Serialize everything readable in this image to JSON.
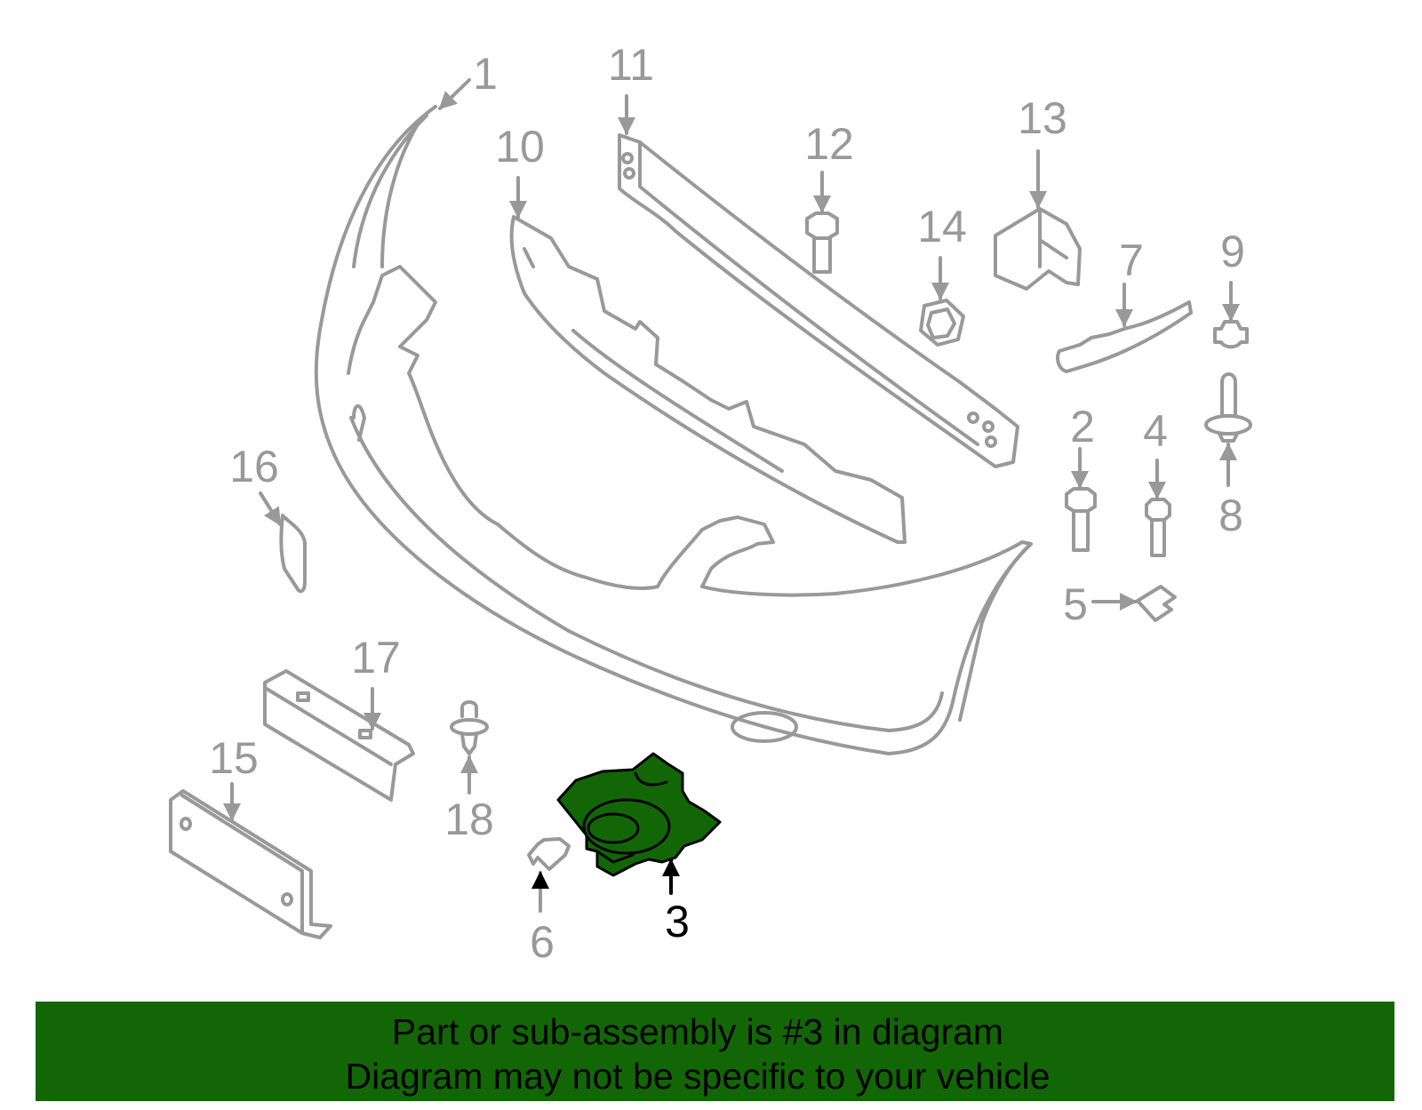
{
  "diagram": {
    "title": "Front bumper components exploded view",
    "highlighted_part": "3",
    "colors": {
      "line": "#999999",
      "highlight_fill": "#126606",
      "highlight_stroke": "#000000",
      "banner_bg": "#126606",
      "banner_text": "#000000"
    },
    "callouts": [
      {
        "id": "1",
        "label": "1",
        "part": "bumper-cover"
      },
      {
        "id": "2",
        "label": "2",
        "part": "bolt"
      },
      {
        "id": "3",
        "label": "3",
        "part": "fog-lamp-bracket",
        "highlighted": true
      },
      {
        "id": "4",
        "label": "4",
        "part": "bolt"
      },
      {
        "id": "5",
        "label": "5",
        "part": "clip"
      },
      {
        "id": "6",
        "label": "6",
        "part": "clip"
      },
      {
        "id": "7",
        "label": "7",
        "part": "side-bracket"
      },
      {
        "id": "8",
        "label": "8",
        "part": "push-rivet"
      },
      {
        "id": "9",
        "label": "9",
        "part": "retainer"
      },
      {
        "id": "10",
        "label": "10",
        "part": "energy-absorber"
      },
      {
        "id": "11",
        "label": "11",
        "part": "reinforcement-bar"
      },
      {
        "id": "12",
        "label": "12",
        "part": "bolt"
      },
      {
        "id": "13",
        "label": "13",
        "part": "mount-bracket"
      },
      {
        "id": "14",
        "label": "14",
        "part": "nut"
      },
      {
        "id": "15",
        "label": "15",
        "part": "license-plate-bracket"
      },
      {
        "id": "16",
        "label": "16",
        "part": "tow-hook-cover"
      },
      {
        "id": "17",
        "label": "17",
        "part": "license-bracket-support"
      },
      {
        "id": "18",
        "label": "18",
        "part": "push-rivet"
      }
    ]
  },
  "banner": {
    "line1": "Part or sub-assembly is #3 in diagram",
    "line2": "Diagram may not be specific to your vehicle"
  }
}
